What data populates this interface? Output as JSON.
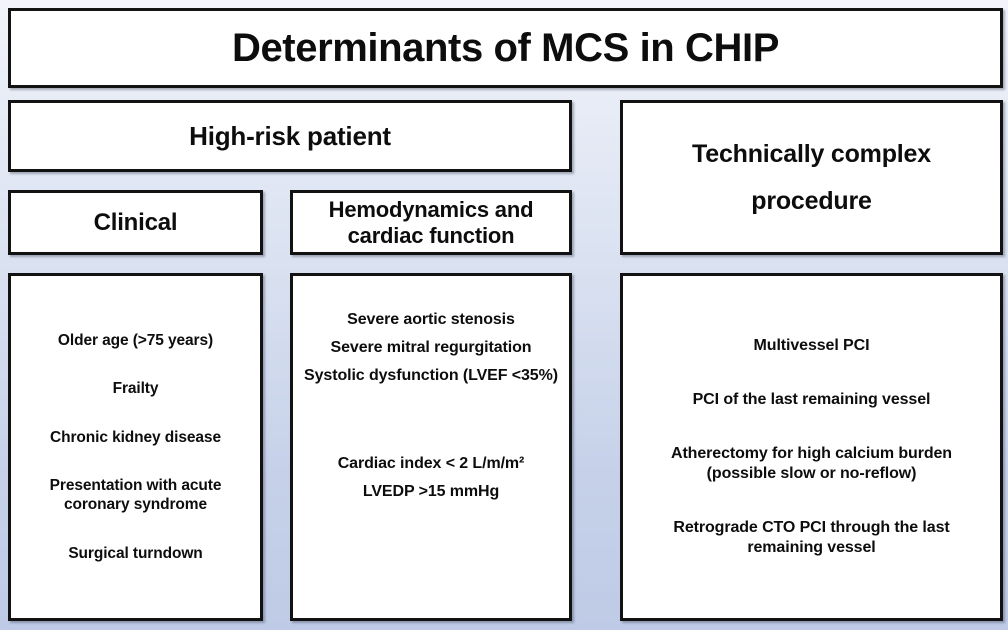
{
  "title": "Determinants of MCS in CHIP",
  "groups": {
    "high_risk": {
      "header": "High-risk patient",
      "subsections": [
        {
          "header": "Clinical",
          "items": [
            "Older age (>75 years)",
            "Frailty",
            "Chronic kidney disease",
            "Presentation with acute coronary syndrome",
            "Surgical turndown"
          ]
        },
        {
          "header": "Hemodynamics and cardiac function",
          "items": [
            "Severe aortic stenosis",
            "Severe mitral regurgitation",
            "Systolic dysfunction (LVEF <35%)",
            "Cardiac index < 2 L/m/m²",
            "LVEDP >15 mmHg"
          ]
        }
      ]
    },
    "technical": {
      "header_line1": "Technically complex",
      "header_line2": "procedure",
      "items": [
        "Multivessel PCI",
        "PCI of the last remaining vessel",
        "Atherectomy for high calcium burden (possible slow or no-reflow)",
        "Retrograde CTO PCI through the last remaining vessel"
      ]
    }
  },
  "colors": {
    "background_top": "#f2f4fa",
    "background_bottom": "#bfcbe6",
    "box_fill": "#ffffff",
    "box_border": "#121212",
    "text": "#0d0d0d"
  }
}
